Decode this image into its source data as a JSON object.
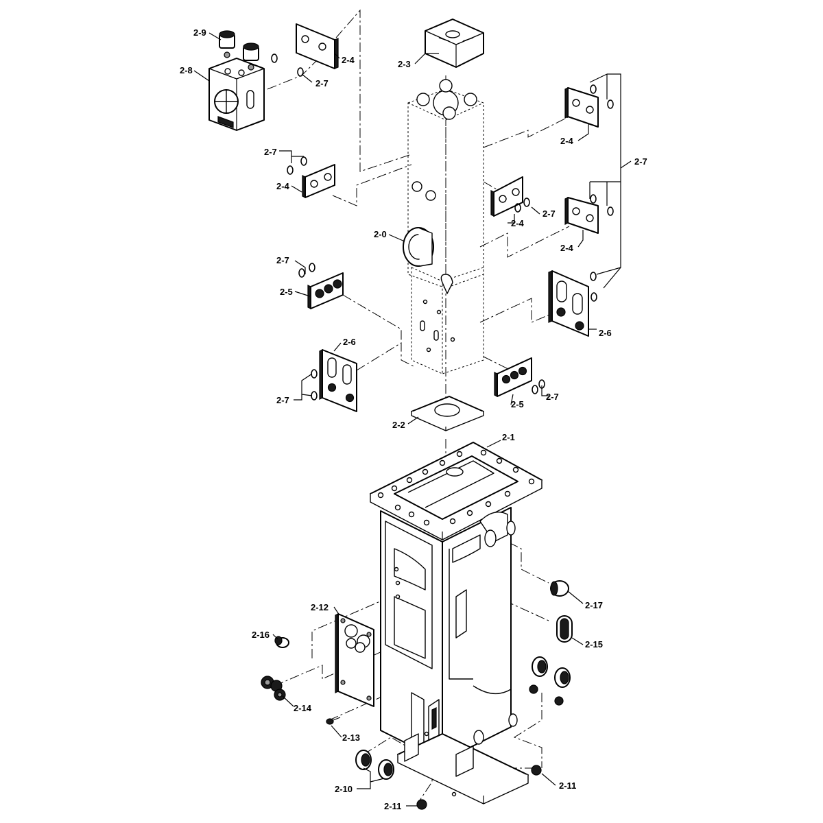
{
  "labels": {
    "l_2_0": "2-0",
    "l_2_1": "2-1",
    "l_2_2": "2-2",
    "l_2_3": "2-3",
    "l_2_4_top": "2-4",
    "l_2_4_right_top": "2-4",
    "l_2_4_left": "2-4",
    "l_2_4_mid": "2-4",
    "l_2_4_right_mid": "2-4",
    "l_2_5_left": "2-5",
    "l_2_5_right": "2-5",
    "l_2_6_right": "2-6",
    "l_2_6_left": "2-6",
    "l_2_7_top": "2-7",
    "l_2_7_left": "2-7",
    "l_2_7_right": "2-7",
    "l_2_7_mid": "2-7",
    "l_2_7_left2": "2-7",
    "l_2_7_left3": "2-7",
    "l_2_7_bottom": "2-7",
    "l_2_8": "2-8",
    "l_2_9": "2-9",
    "l_2_10": "2-10",
    "l_2_11_bottom": "2-11",
    "l_2_11_right": "2-11",
    "l_2_12": "2-12",
    "l_2_13": "2-13",
    "l_2_14": "2-14",
    "l_2_15": "2-15",
    "l_2_16": "2-16",
    "l_2_17": "2-17"
  }
}
